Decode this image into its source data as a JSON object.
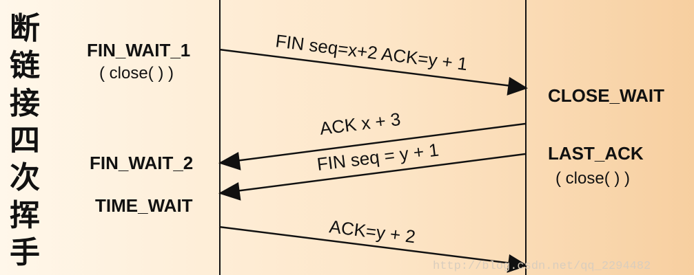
{
  "side_title": [
    "断",
    "链",
    "接",
    "四",
    "次",
    "挥",
    "手"
  ],
  "client": {
    "fin_wait_1": "FIN_WAIT_1",
    "close_call": "( close( ) )",
    "fin_wait_2": "FIN_WAIT_2",
    "time_wait": "TIME_WAIT"
  },
  "server": {
    "close_wait": "CLOSE_WAIT",
    "last_ack": "LAST_ACK",
    "close_call": "( close( ) )"
  },
  "messages": {
    "m1": "FIN seq=x+2 ACK=y + 1",
    "m2": "ACK x + 3",
    "m3": "FIN seq = y + 1",
    "m4": "ACK=y + 2"
  },
  "watermark": "http://blog.csdn.net/qq_2294482"
}
